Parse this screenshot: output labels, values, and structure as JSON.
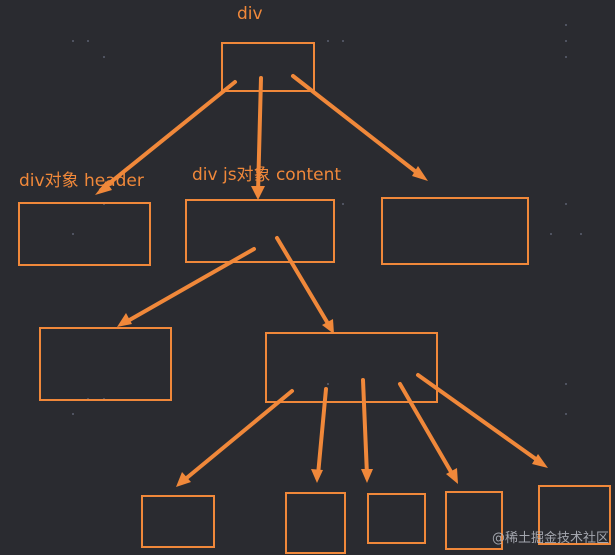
{
  "labels": {
    "root": "div",
    "header": "div对象 header",
    "content": "div js对象 content"
  },
  "watermark": "@稀土掘金技术社区",
  "colors": {
    "background": "#2a2b30",
    "stroke": "#f0883a",
    "dot": "#5c6170"
  }
}
